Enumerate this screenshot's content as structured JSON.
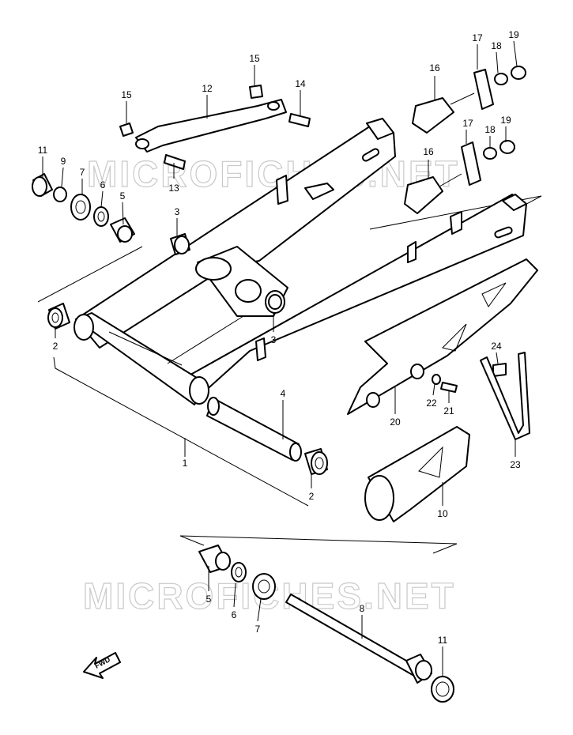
{
  "watermark": {
    "text": "MICROFICHES.NET"
  },
  "fwd_label": "FWD",
  "callouts": [
    {
      "id": "c1",
      "label": "1"
    },
    {
      "id": "c2a",
      "label": "2"
    },
    {
      "id": "c2b",
      "label": "2"
    },
    {
      "id": "c3a",
      "label": "3"
    },
    {
      "id": "c3b",
      "label": "3"
    },
    {
      "id": "c4",
      "label": "4"
    },
    {
      "id": "c5a",
      "label": "5"
    },
    {
      "id": "c5b",
      "label": "5"
    },
    {
      "id": "c6a",
      "label": "6"
    },
    {
      "id": "c6b",
      "label": "6"
    },
    {
      "id": "c7a",
      "label": "7"
    },
    {
      "id": "c7b",
      "label": "7"
    },
    {
      "id": "c8",
      "label": "8"
    },
    {
      "id": "c9",
      "label": "9"
    },
    {
      "id": "c10",
      "label": "10"
    },
    {
      "id": "c11a",
      "label": "11"
    },
    {
      "id": "c11b",
      "label": "11"
    },
    {
      "id": "c12",
      "label": "12"
    },
    {
      "id": "c13",
      "label": "13"
    },
    {
      "id": "c14",
      "label": "14"
    },
    {
      "id": "c15a",
      "label": "15"
    },
    {
      "id": "c15b",
      "label": "15"
    },
    {
      "id": "c16a",
      "label": "16"
    },
    {
      "id": "c16b",
      "label": "16"
    },
    {
      "id": "c17a",
      "label": "17"
    },
    {
      "id": "c17b",
      "label": "17"
    },
    {
      "id": "c18a",
      "label": "18"
    },
    {
      "id": "c18b",
      "label": "18"
    },
    {
      "id": "c19a",
      "label": "19"
    },
    {
      "id": "c19b",
      "label": "19"
    },
    {
      "id": "c20",
      "label": "20"
    },
    {
      "id": "c21",
      "label": "21"
    },
    {
      "id": "c22",
      "label": "22"
    },
    {
      "id": "c23",
      "label": "23"
    },
    {
      "id": "c24",
      "label": "24"
    }
  ]
}
